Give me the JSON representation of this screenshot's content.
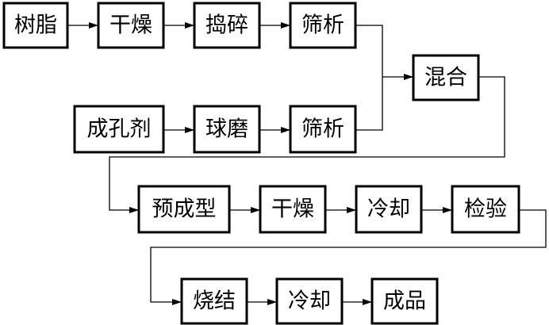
{
  "colors": {
    "stroke": "#000000",
    "background": "#ffffff"
  },
  "nodes": [
    {
      "id": "resin",
      "label": "树脂"
    },
    {
      "id": "dry1",
      "label": "干燥"
    },
    {
      "id": "crush",
      "label": "捣碎"
    },
    {
      "id": "sieve1",
      "label": "筛析"
    },
    {
      "id": "mix",
      "label": "混合"
    },
    {
      "id": "pore-former",
      "label": "成孔剂"
    },
    {
      "id": "ball-mill",
      "label": "球磨"
    },
    {
      "id": "sieve2",
      "label": "筛析"
    },
    {
      "id": "preform",
      "label": "预成型"
    },
    {
      "id": "dry2",
      "label": "干燥"
    },
    {
      "id": "cool1",
      "label": "冷却"
    },
    {
      "id": "inspect",
      "label": "检验"
    },
    {
      "id": "sinter",
      "label": "烧结"
    },
    {
      "id": "cool2",
      "label": "冷却"
    },
    {
      "id": "product",
      "label": "成品"
    }
  ],
  "edges": [
    {
      "from": "resin",
      "to": "dry1"
    },
    {
      "from": "dry1",
      "to": "crush"
    },
    {
      "from": "crush",
      "to": "sieve1"
    },
    {
      "from": "sieve1",
      "to": "mix"
    },
    {
      "from": "pore-former",
      "to": "ball-mill"
    },
    {
      "from": "ball-mill",
      "to": "sieve2"
    },
    {
      "from": "sieve2",
      "to": "mix"
    },
    {
      "from": "mix",
      "to": "preform"
    },
    {
      "from": "preform",
      "to": "dry2"
    },
    {
      "from": "dry2",
      "to": "cool1"
    },
    {
      "from": "cool1",
      "to": "inspect"
    },
    {
      "from": "inspect",
      "to": "sinter"
    },
    {
      "from": "sinter",
      "to": "cool2"
    },
    {
      "from": "cool2",
      "to": "product"
    }
  ]
}
